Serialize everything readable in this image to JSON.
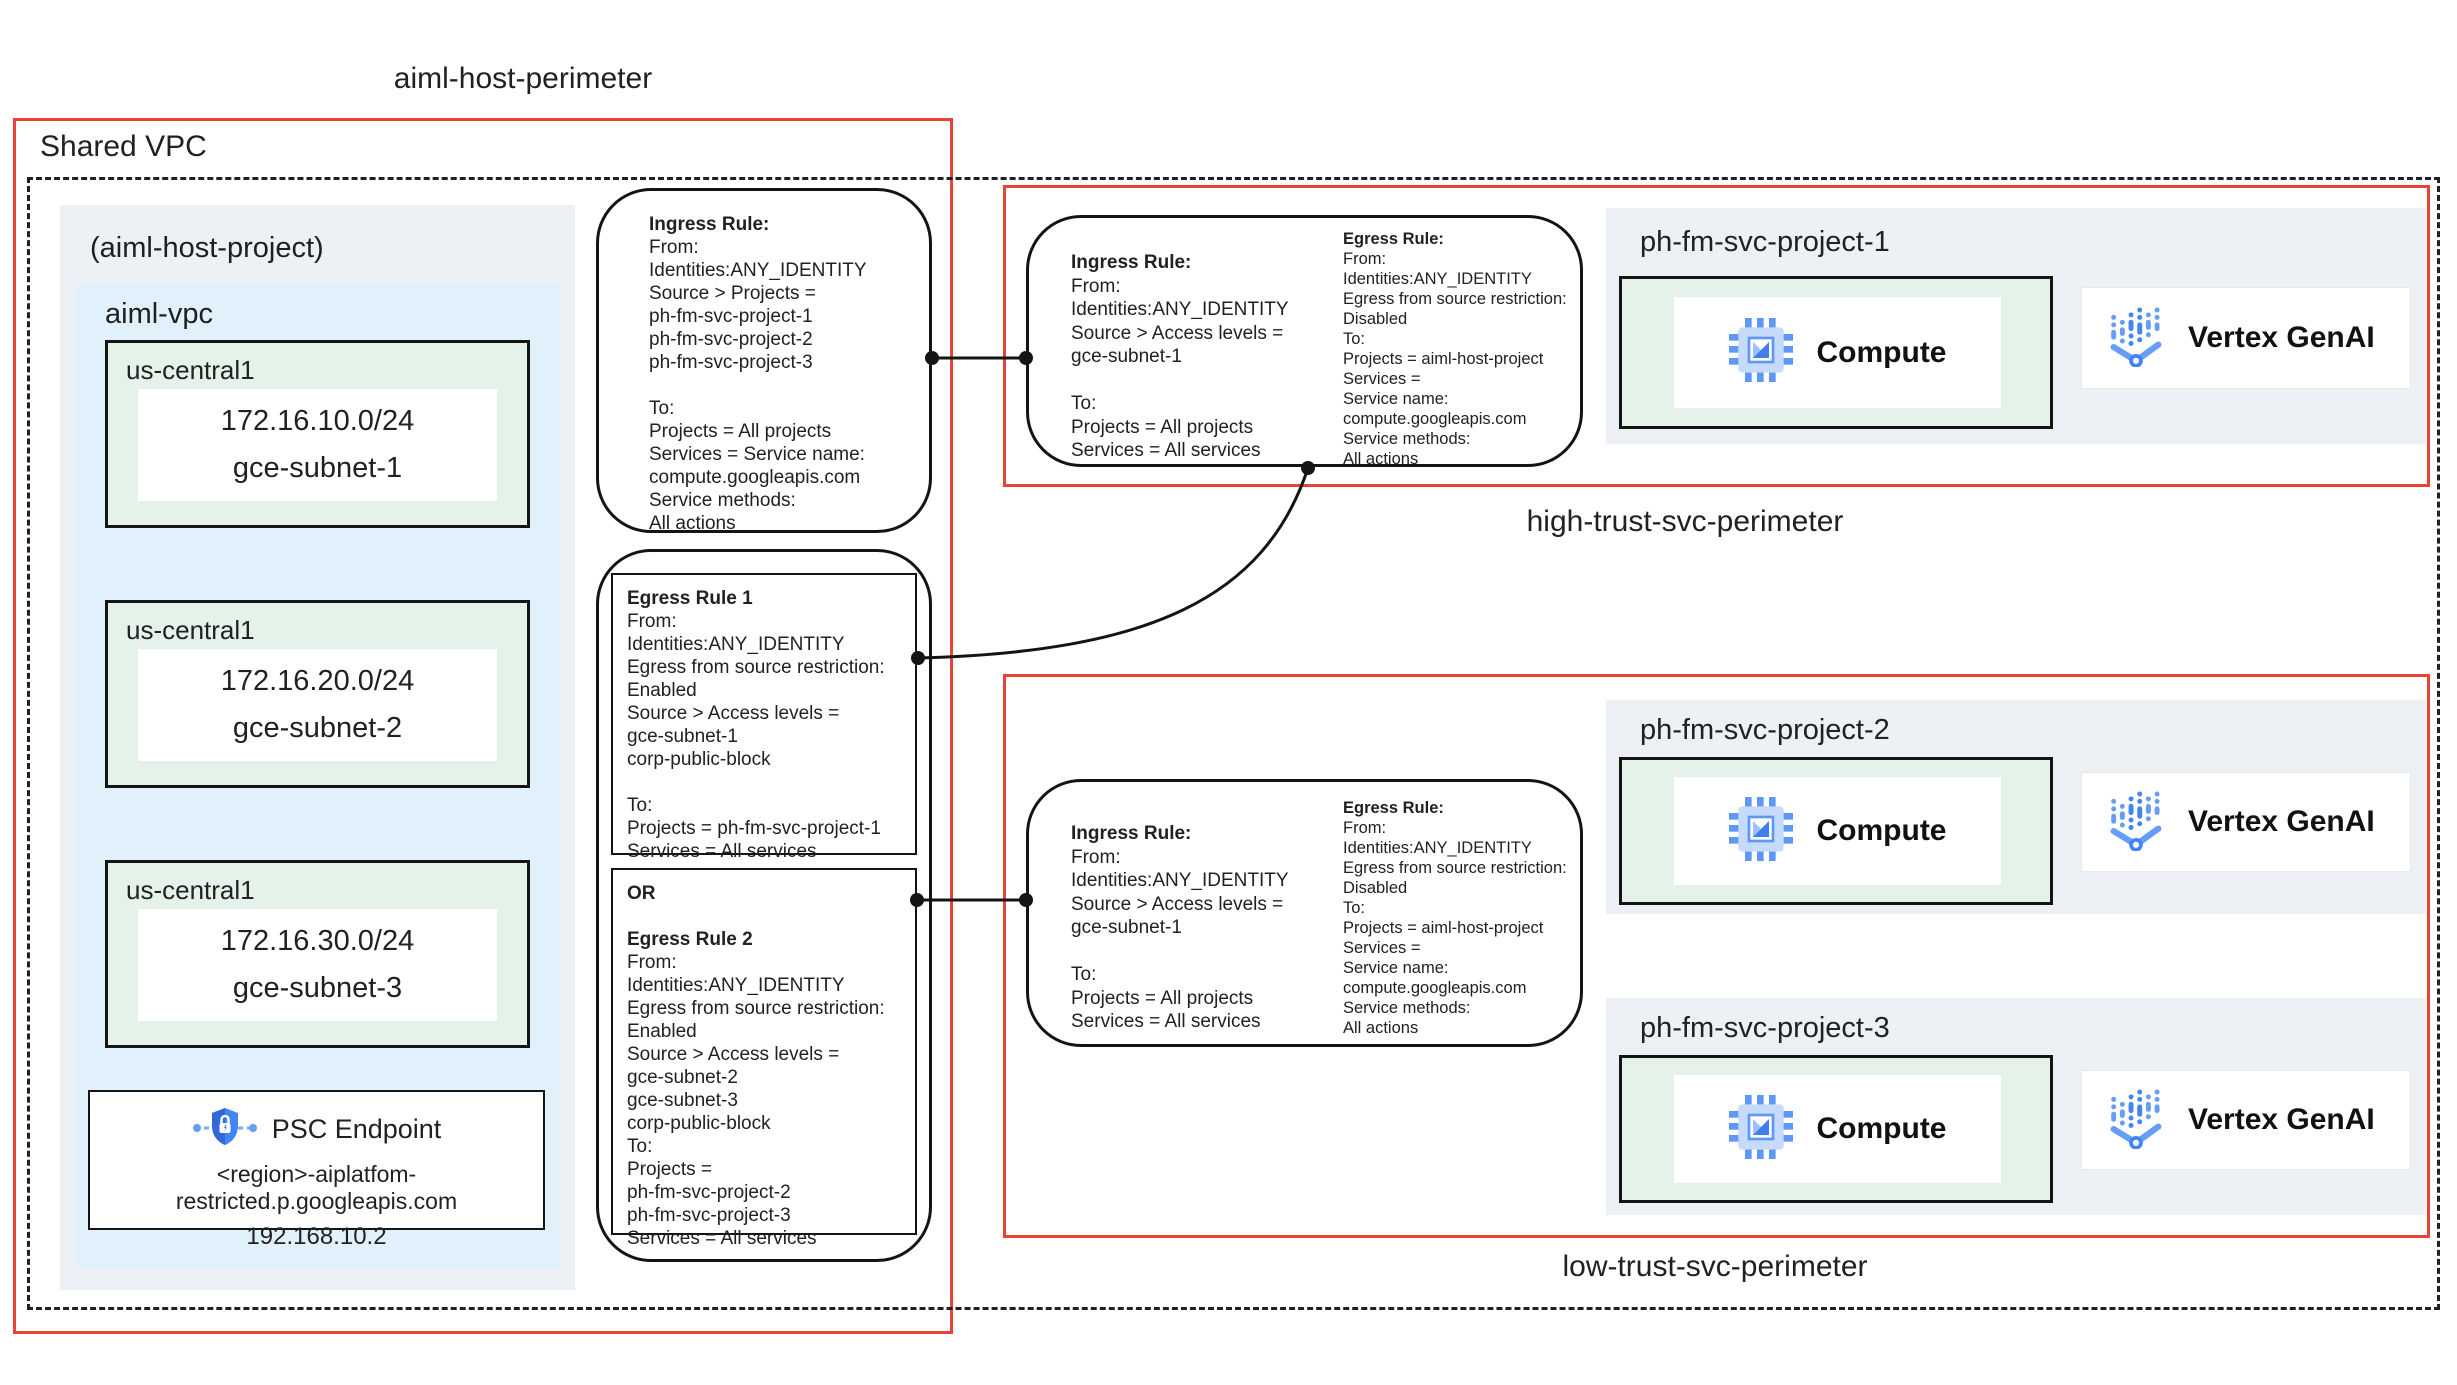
{
  "diagram": {
    "host_perimeter_label": "aiml-host-perimeter",
    "shared_vpc_label": "Shared VPC",
    "host_project_label": "(aiml-host-project)",
    "vpc_label": "aiml-vpc",
    "high_trust_label": "high-trust-svc-perimeter",
    "low_trust_label": "low-trust-svc-perimeter"
  },
  "subnets": [
    {
      "region": "us-central1",
      "cidr": "172.16.10.0/24",
      "name": "gce-subnet-1"
    },
    {
      "region": "us-central1",
      "cidr": "172.16.20.0/24",
      "name": "gce-subnet-2"
    },
    {
      "region": "us-central1",
      "cidr": "172.16.30.0/24",
      "name": "gce-subnet-3"
    }
  ],
  "psc_endpoint": {
    "title": "PSC Endpoint",
    "domain": "<region>-aiplatfom-restricted.p.googleapis.com",
    "ip": "192.168.10.2"
  },
  "host_rules": {
    "ingress": {
      "title": "Ingress Rule:",
      "lines": [
        "From:",
        "Identities:ANY_IDENTITY",
        "Source > Projects =",
        "ph-fm-svc-project-1",
        "ph-fm-svc-project-2",
        "ph-fm-svc-project-3",
        "",
        "To:",
        "Projects = All projects",
        "Services = Service name:",
        "compute.googleapis.com",
        "Service methods:",
        "All actions"
      ]
    },
    "egress1": {
      "title": "Egress Rule 1",
      "lines": [
        "From:",
        "Identities:ANY_IDENTITY",
        "Egress from source restriction:",
        "Enabled",
        "Source > Access levels =",
        "gce-subnet-1",
        "corp-public-block",
        "",
        "To:",
        "Projects = ph-fm-svc-project-1",
        "Services = All services"
      ]
    },
    "or_label": "OR",
    "egress2": {
      "title": "Egress Rule 2",
      "lines": [
        "From:",
        "Identities:ANY_IDENTITY",
        "Egress from source restriction:",
        "Enabled",
        "Source > Access levels =",
        "gce-subnet-2",
        "gce-subnet-3",
        "corp-public-block",
        "To:",
        "Projects =",
        "ph-fm-svc-project-2",
        "ph-fm-svc-project-3",
        "Services = All services"
      ]
    }
  },
  "high_trust": {
    "ingress": {
      "title": "Ingress Rule:",
      "lines": [
        "From:",
        "Identities:ANY_IDENTITY",
        "Source > Access levels =",
        "gce-subnet-1",
        "",
        "To:",
        "Projects = All projects",
        "Services = All services"
      ]
    },
    "egress": {
      "title": "Egress Rule:",
      "lines": [
        "From:",
        "Identities:ANY_IDENTITY",
        "Egress from source restriction:",
        "Disabled",
        "To:",
        "Projects = aiml-host-project",
        "Services =",
        "Service name:",
        "compute.googleapis.com",
        "Service methods:",
        "All actions"
      ]
    }
  },
  "low_trust": {
    "ingress": {
      "title": "Ingress Rule:",
      "lines": [
        "From:",
        "Identities:ANY_IDENTITY",
        "Source > Access levels =",
        "gce-subnet-1",
        "",
        "To:",
        "Projects = All projects",
        "Services = All services"
      ]
    },
    "egress": {
      "title": "Egress Rule:",
      "lines": [
        "From:",
        "Identities:ANY_IDENTITY",
        "Egress from source restriction:",
        "Disabled",
        "To:",
        "Projects = aiml-host-project",
        "Services =",
        "Service name:",
        "compute.googleapis.com",
        "Service methods:",
        "All actions"
      ]
    }
  },
  "projects": [
    {
      "name": "ph-fm-svc-project-1",
      "compute": "Compute",
      "vertex": "Vertex GenAI"
    },
    {
      "name": "ph-fm-svc-project-2",
      "compute": "Compute",
      "vertex": "Vertex GenAI"
    },
    {
      "name": "ph-fm-svc-project-3",
      "compute": "Compute",
      "vertex": "Vertex GenAI"
    }
  ],
  "colors": {
    "perimeter_red": "#EA4335",
    "vpc_blue": "#E1F1FC",
    "subnet_green": "#E4F2EA",
    "project_gray": "#EDF0F4",
    "icon_blue": "#4285F4"
  }
}
